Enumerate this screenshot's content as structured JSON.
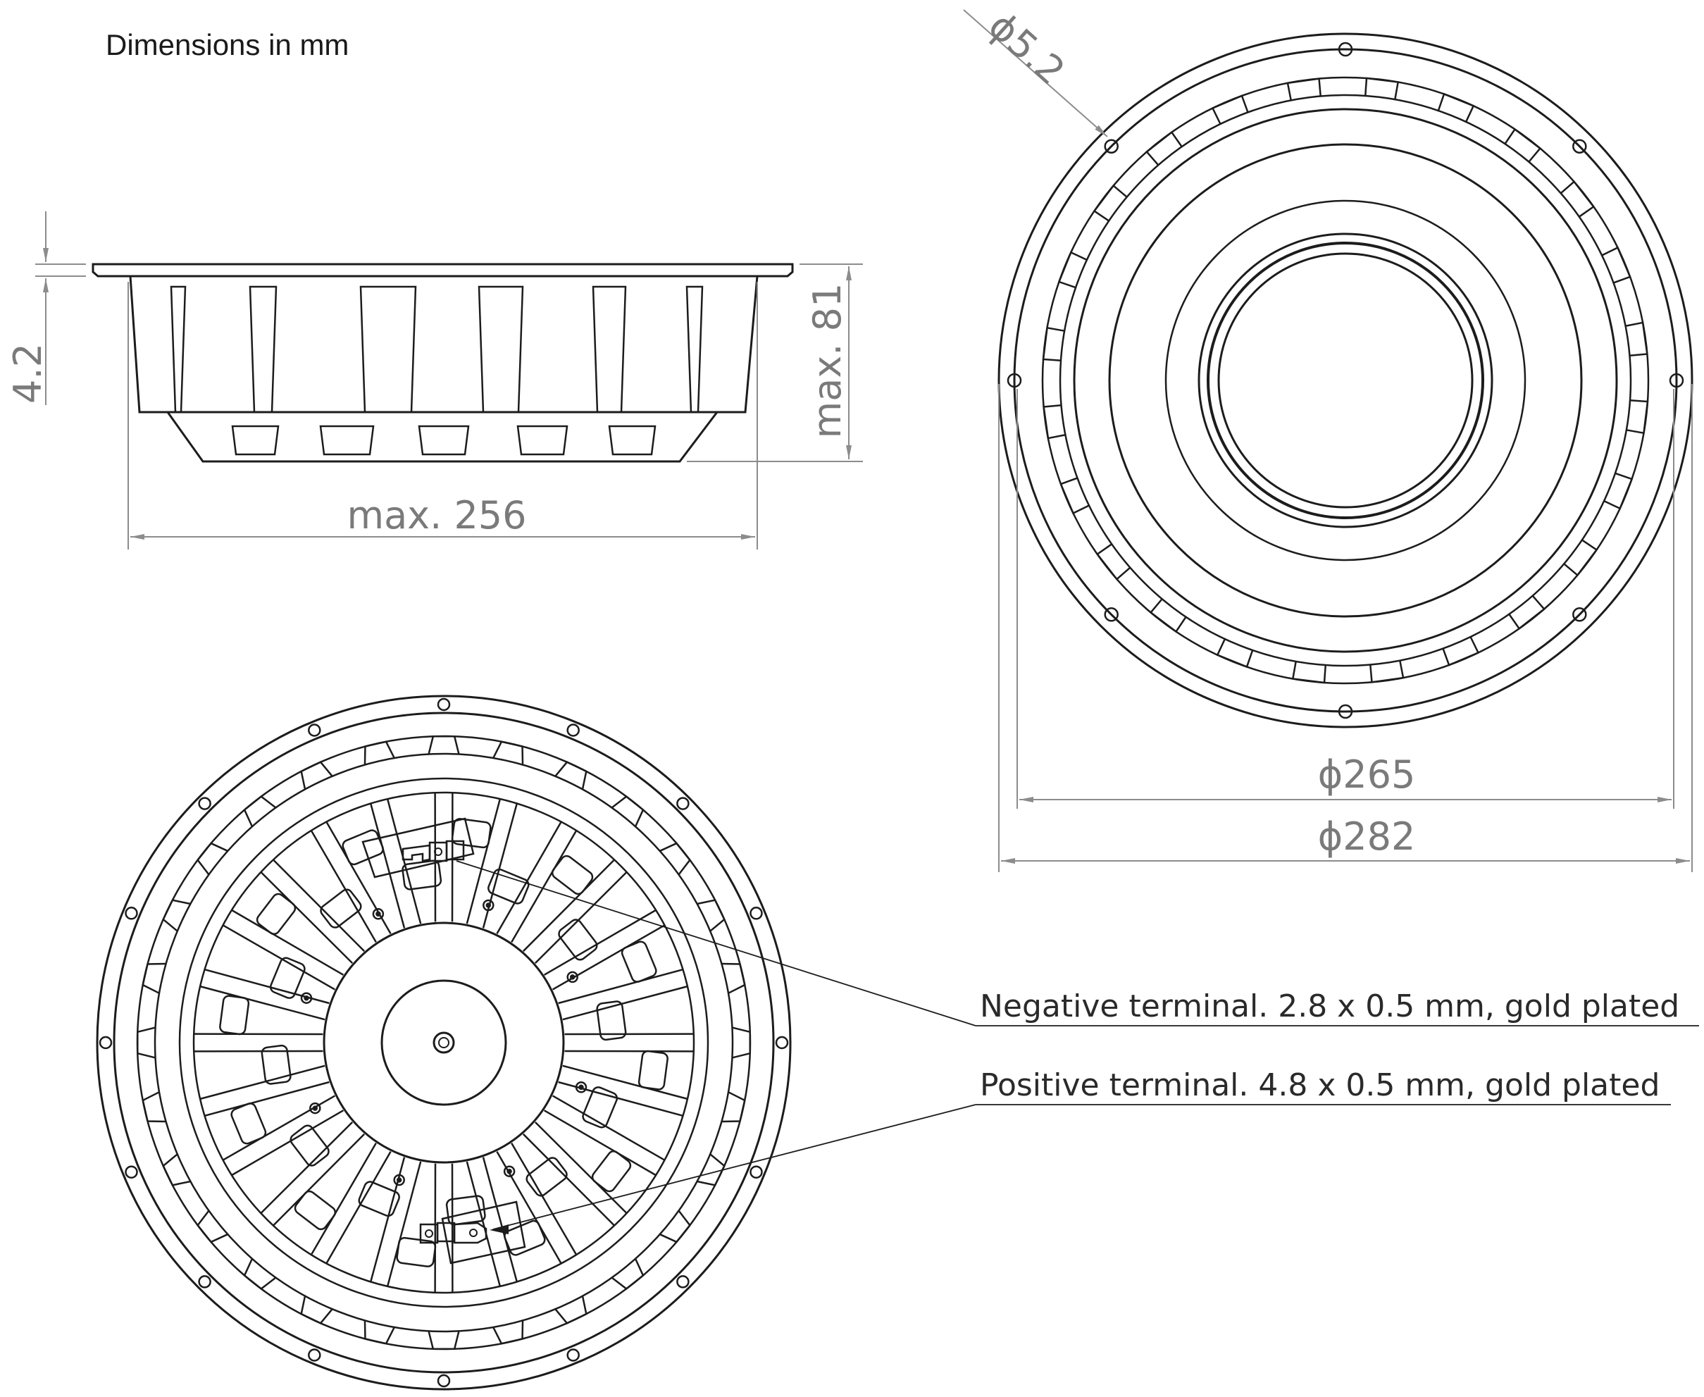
{
  "title": "Dimensions in mm",
  "side_view": {
    "flange_thickness": "4.2",
    "height": "max. 81",
    "width": "max. 256"
  },
  "front_view": {
    "hole_diameter": "ϕ5.2",
    "hole_circle": "ϕ265",
    "outer_diameter": "ϕ282"
  },
  "rear_view": {
    "negative_terminal": "Negative terminal. 2.8 x 0.5 mm, gold plated",
    "positive_terminal": "Positive terminal. 4.8 x 0.5 mm, gold plated"
  },
  "colors": {
    "outline": "#1c1c1c",
    "dimension": "#8c8c8c",
    "dimension_text": "#7a7a7a"
  }
}
